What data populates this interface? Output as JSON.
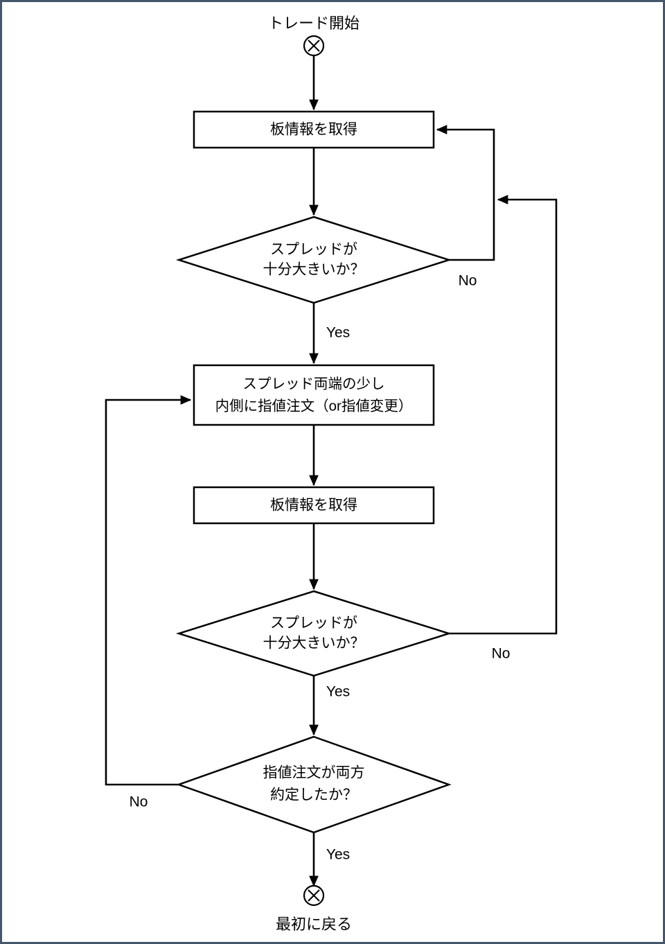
{
  "diagram": {
    "title_top": "トレード開始",
    "title_bottom": "最初に戻る",
    "connector_glyph": "X",
    "colors": {
      "border": "#44566a",
      "stroke": "#000000",
      "fill": "#ffffff"
    },
    "nodes": [
      {
        "id": "start-connector",
        "type": "connector",
        "label": "X"
      },
      {
        "id": "process-get-book-1",
        "type": "process",
        "label": "板情報を取得"
      },
      {
        "id": "decision-spread-1",
        "type": "decision",
        "line1": "スプレッドが",
        "line2": "十分大きいか？"
      },
      {
        "id": "process-place-order",
        "type": "process",
        "line1": "スプレッド両端の少し",
        "line2": "内側に指値注文（or指値変更）"
      },
      {
        "id": "process-get-book-2",
        "type": "process",
        "label": "板情報を取得"
      },
      {
        "id": "decision-spread-2",
        "type": "decision",
        "line1": "スプレッドが",
        "line2": "十分大きいか？"
      },
      {
        "id": "decision-both-filled",
        "type": "decision",
        "line1": "指値注文が両方",
        "line2": "約定したか？"
      },
      {
        "id": "end-connector",
        "type": "connector",
        "label": "X"
      }
    ],
    "edge_labels": {
      "no_1": "No",
      "yes_1": "Yes",
      "no_2": "No",
      "yes_2": "Yes",
      "no_3": "No",
      "yes_3": "Yes"
    }
  }
}
